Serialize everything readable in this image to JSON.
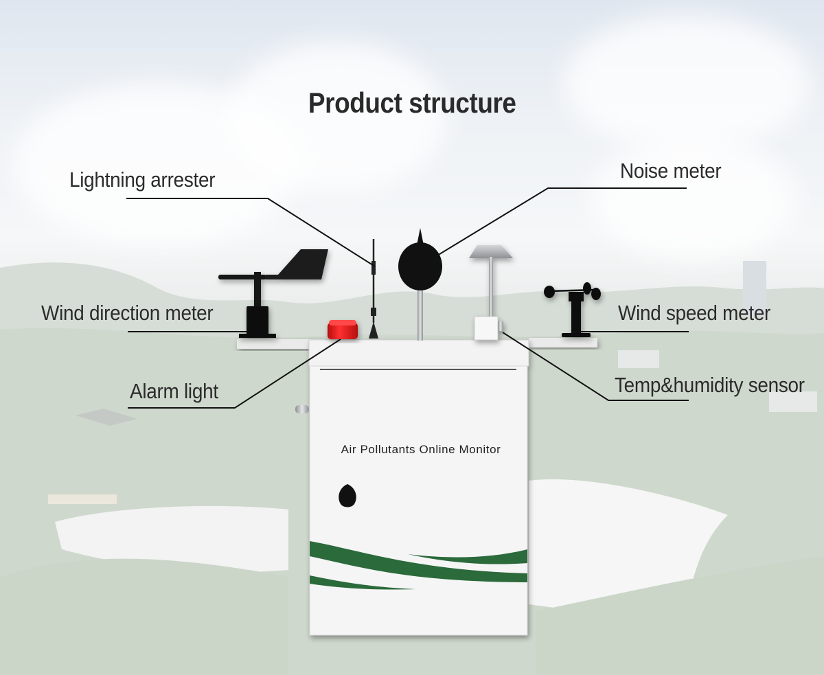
{
  "page": {
    "title": "Product structure",
    "cabinet_label": "Air Pollutants Online Monitor"
  },
  "callouts": [
    {
      "id": "lightning-arrester",
      "label": "Lightning arrester",
      "side": "left"
    },
    {
      "id": "noise-meter",
      "label": "Noise meter",
      "side": "right"
    },
    {
      "id": "wind-direction-meter",
      "label": "Wind direction meter",
      "side": "left"
    },
    {
      "id": "wind-speed-meter",
      "label": "Wind speed meter",
      "side": "right"
    },
    {
      "id": "alarm-light",
      "label": "Alarm light",
      "side": "left"
    },
    {
      "id": "temp-humidity-sensor",
      "label": "Temp&humidity sensor",
      "side": "right"
    }
  ],
  "colors": {
    "title_text": "#2a2a2a",
    "label_text": "#2b2b2b",
    "leader_line": "#111111",
    "cabinet_body": "#f4f4f4",
    "cabinet_stripe": "#2b6a3b",
    "alarm_red": "#e01818",
    "sensor_black": "#141414",
    "metal": "#b9bcbf"
  }
}
